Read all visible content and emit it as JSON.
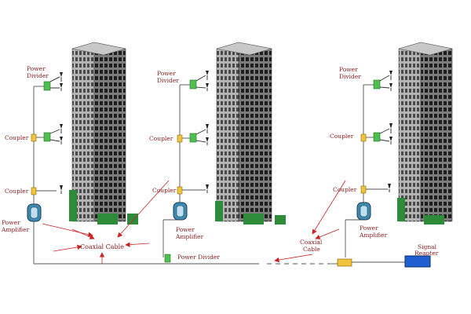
{
  "labels": {
    "power_divider_1": [
      "Power",
      "Divider"
    ],
    "power_divider_2": [
      "Power",
      "Divider"
    ],
    "power_divider_3": [
      "Power",
      "Divider"
    ],
    "coupler": "Coupler",
    "power_amplifier": [
      "Power",
      "Amplifier"
    ],
    "coaxial_cable_center": "Coaxial Cable",
    "power_divider_bottom": "Power Divider",
    "coaxial_cable_right": [
      "Coaxial",
      "Cable"
    ],
    "signal_repeater": [
      "Signal",
      "Reapter"
    ]
  },
  "colors": {
    "label_text": "#8b1a1a",
    "cable": "#555555",
    "arrow": "#cc2222",
    "coupler": "#f2c33d",
    "divider": "#4fbf4f",
    "amplifier": "#3f8ab0",
    "repeater": "#1f5fd0",
    "building": "#9a9a9a",
    "tree": "#2e8b3a"
  }
}
